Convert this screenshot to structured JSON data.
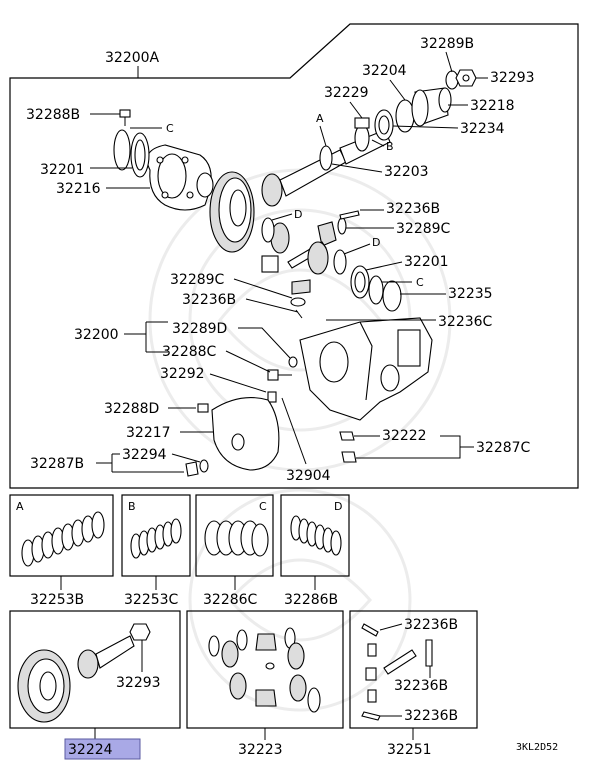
{
  "diagram_code": "3KL2D52",
  "main_assembly": {
    "part_number": "32200A",
    "callouts": {
      "c32289B_top": "32289B",
      "c32293_top": "32293",
      "c32204": "32204",
      "c32229": "32229",
      "c32218": "32218",
      "c32288B": "32288B",
      "c32234": "32234",
      "c32201_left": "32201",
      "c32203": "32203",
      "c32216": "32216",
      "c32236B_a": "32236B",
      "c32289C_a": "32289C",
      "c32201_right": "32201",
      "c32289C_b": "32289C",
      "c32235": "32235",
      "c32236B_b": "32236B",
      "c32200": "32200",
      "c32289D": "32289D",
      "c32236C": "32236C",
      "c32288C": "32288C",
      "c32292": "32292",
      "c32288D": "32288D",
      "c32222": "32222",
      "c32217": "32217",
      "c32287C": "32287C",
      "c32287B": "32287B",
      "c32294": "32294",
      "c32904": "32904"
    },
    "ref_letters": {
      "A": "A",
      "B": "B",
      "C_top": "C",
      "C_right": "C",
      "D_top": "D",
      "D_right": "D"
    }
  },
  "kits": [
    {
      "letter": "A",
      "part_number": "32253B"
    },
    {
      "letter": "B",
      "part_number": "32253C"
    },
    {
      "letter": "C",
      "part_number": "32286C"
    },
    {
      "letter": "D",
      "part_number": "32286B"
    }
  ],
  "sets": [
    {
      "part_number": "32224",
      "inner_label": "32293",
      "highlighted": true
    },
    {
      "part_number": "32223"
    },
    {
      "part_number": "32251",
      "inner_labels": [
        "32236B",
        "32236B",
        "32236B"
      ]
    }
  ],
  "colors": {
    "highlight": "#a9a9e6",
    "line": "#000000"
  }
}
